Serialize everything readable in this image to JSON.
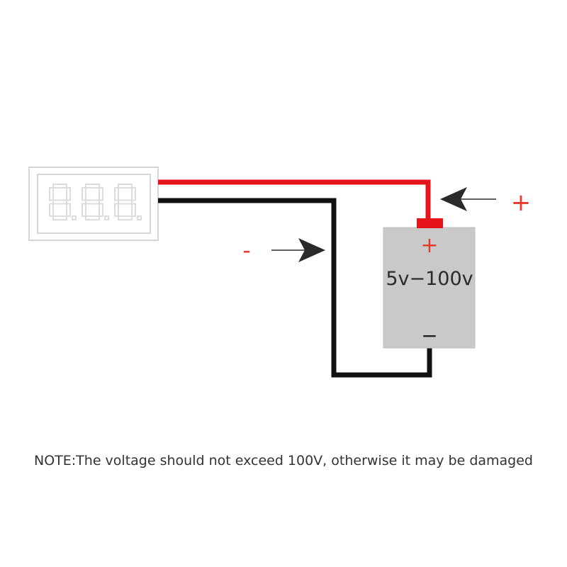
{
  "meter": {
    "display_digits": "8.8.8."
  },
  "battery": {
    "label": "5v−100v",
    "positive_symbol": "+",
    "negative_symbol": "−"
  },
  "polarity": {
    "positive_symbol": "+",
    "negative_symbol": "-"
  },
  "note": "NOTE:The voltage should not exceed 100V, otherwise it may be damaged",
  "colors": {
    "positive_wire": "#e8141c",
    "negative_wire": "#111111",
    "battery_fill": "#c9c9c9",
    "terminal": "#e8141c",
    "polarity_mark": "#e53a2a",
    "arrow": "#2a2a2a",
    "meter_frame": "#d8d8d8",
    "meter_digit": "#dcdcdc"
  },
  "icons": {
    "meter": "voltmeter-icon",
    "battery": "battery-icon",
    "pointer": "arrow-right-icon"
  }
}
